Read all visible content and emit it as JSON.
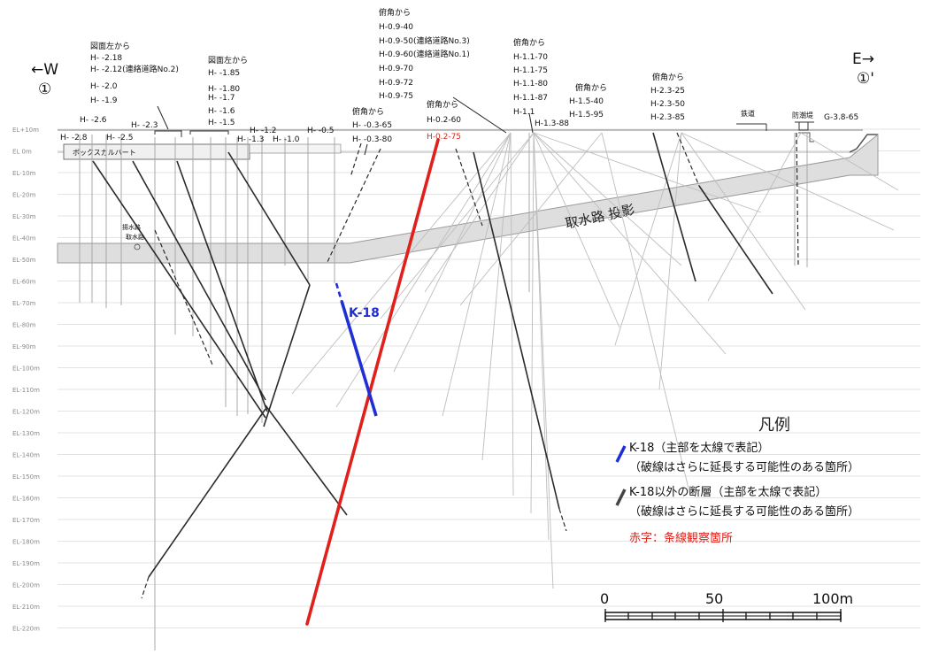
{
  "direction": {
    "west_arrow": "←W",
    "west_mark": "①",
    "east_arrow": "E→",
    "east_mark": "①'"
  },
  "elevations": [
    "EL+10m",
    "EL 0m",
    "EL-10m",
    "EL-20m",
    "EL-30m",
    "EL-40m",
    "EL-50m",
    "EL-60m",
    "EL-70m",
    "EL-80m",
    "EL-90m",
    "EL-100m",
    "EL-110m",
    "EL-120m",
    "EL-130m",
    "EL-140m",
    "EL-150m",
    "EL-160m",
    "EL-170m",
    "EL-180m",
    "EL-190m",
    "EL-200m",
    "EL-210m",
    "EL-220m"
  ],
  "structures": {
    "box_culvert": "ボックスカルバート",
    "water_intake": "取水路 投影",
    "outfall_line1": "揚水路",
    "outfall_line2": "取水路",
    "railway": "鉄道",
    "seawall": "防潮堤"
  },
  "borehole_groups": [
    {
      "header": "図面左から",
      "items": [
        "H- -2.18",
        "H- -2.12(連絡道路No.2)",
        "H- -2.0",
        "H- -1.9"
      ]
    },
    {
      "header": "図面左から",
      "items": [
        "H- -1.85",
        "H- -1.80",
        "H- -1.7",
        "H- -1.6",
        "H- -1.5"
      ]
    },
    {
      "header": "",
      "items": [
        "H- -2.6",
        "H- -2.3",
        "H- -2.8",
        "H- -2.5",
        "H- -1.2",
        "H- -1.3",
        "H- -1.0",
        "H- -0.5"
      ]
    },
    {
      "header": "俯角から",
      "items": [
        "H- -0.3-65",
        "H- -0.3-80"
      ]
    },
    {
      "header": "俯角から",
      "items": [
        "H-0.9-40",
        "H-0.9-50(連絡道路No.3)",
        "H-0.9-60(連絡道路No.1)",
        "H-0.9-70",
        "H-0.9-72",
        "H-0.9-75"
      ]
    },
    {
      "header": "俯角から",
      "items": [
        "H-0.2-60"
      ],
      "red_items": [
        "H-0.2-75"
      ]
    },
    {
      "header": "俯角から",
      "items": [
        "H-1.1-70",
        "H-1.1-75",
        "H-1.1-80",
        "H-1.1-87",
        "H-1.1",
        "H-1.3-88"
      ]
    },
    {
      "header": "俯角から",
      "items": [
        "H-1.5-40",
        "H-1.5-95"
      ]
    },
    {
      "header": "俯角から",
      "items": [
        "H-2.3-25",
        "H-2.3-50",
        "H-2.3-85"
      ]
    },
    {
      "header": "",
      "items": [
        "G-3.8-65"
      ]
    }
  ],
  "fault_label": "K-18",
  "legend": {
    "title": "凡例",
    "k18_line1": "K-18（主部を太線で表記）",
    "k18_line2": "（破線はさらに延長する可能性のある箇所）",
    "other_line1": "K-18以外の断層（主部を太線で表記）",
    "other_line2": "（破線はさらに延長する可能性のある箇所）",
    "red_note": "赤字：条線観察箇所"
  },
  "scale_bar": {
    "labels": [
      "0",
      "50",
      "100m"
    ]
  },
  "colors": {
    "k18": "#1f2fd6",
    "red_fault": "#e0201a",
    "other_fault": "#2a2a2a",
    "channel_fill": "#dcdcdc",
    "gridline": "#c8c8c8"
  }
}
